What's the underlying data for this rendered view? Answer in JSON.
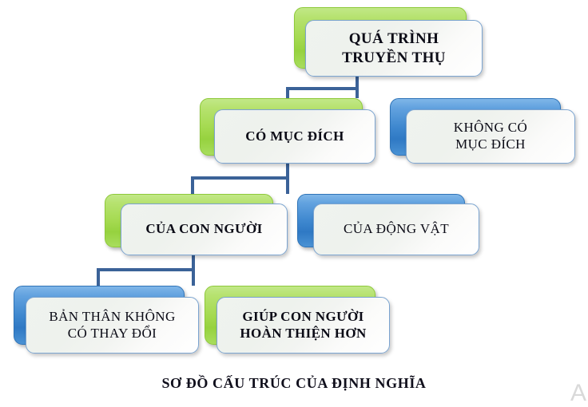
{
  "diagram": {
    "caption": "SƠ ĐỒ CẤU TRÚC CỦA ĐỊNH NGHĨA",
    "watermark": "A",
    "colors": {
      "green": "#a5da51",
      "blue": "#3f88cf",
      "connector": "#3b6298",
      "face": "#f1f4f0",
      "face_border": "#7ba4d0",
      "text": "#0b0b16",
      "background": "#ffffff"
    },
    "nodes": [
      {
        "id": "root",
        "label": "QUÁ TRÌNH\nTRUYỀN THỤ",
        "accent": "green",
        "weight": "bold",
        "level": 1
      },
      {
        "id": "purposeful",
        "label": "CÓ MỤC ĐÍCH",
        "accent": "green",
        "weight": "bold",
        "level": 2
      },
      {
        "id": "not-purposeful",
        "label": "KHÔNG CÓ\nMỤC ĐÍCH",
        "accent": "blue",
        "weight": "regular",
        "level": 2
      },
      {
        "id": "of-human",
        "label": "CỦA CON NGƯỜI",
        "accent": "green",
        "weight": "bold",
        "level": 3
      },
      {
        "id": "of-animal",
        "label": "CỦA ĐỘNG VẬT",
        "accent": "blue",
        "weight": "regular",
        "level": 3
      },
      {
        "id": "self-unchanged",
        "label": "BẢN THÂN KHÔNG\nCÓ THAY ĐỔI",
        "accent": "blue",
        "weight": "regular",
        "level": 4
      },
      {
        "id": "helps-human",
        "label": "GIÚP CON NGƯỜI\nHOÀN THIỆN HƠN",
        "accent": "green",
        "weight": "bold",
        "level": 4
      }
    ]
  }
}
